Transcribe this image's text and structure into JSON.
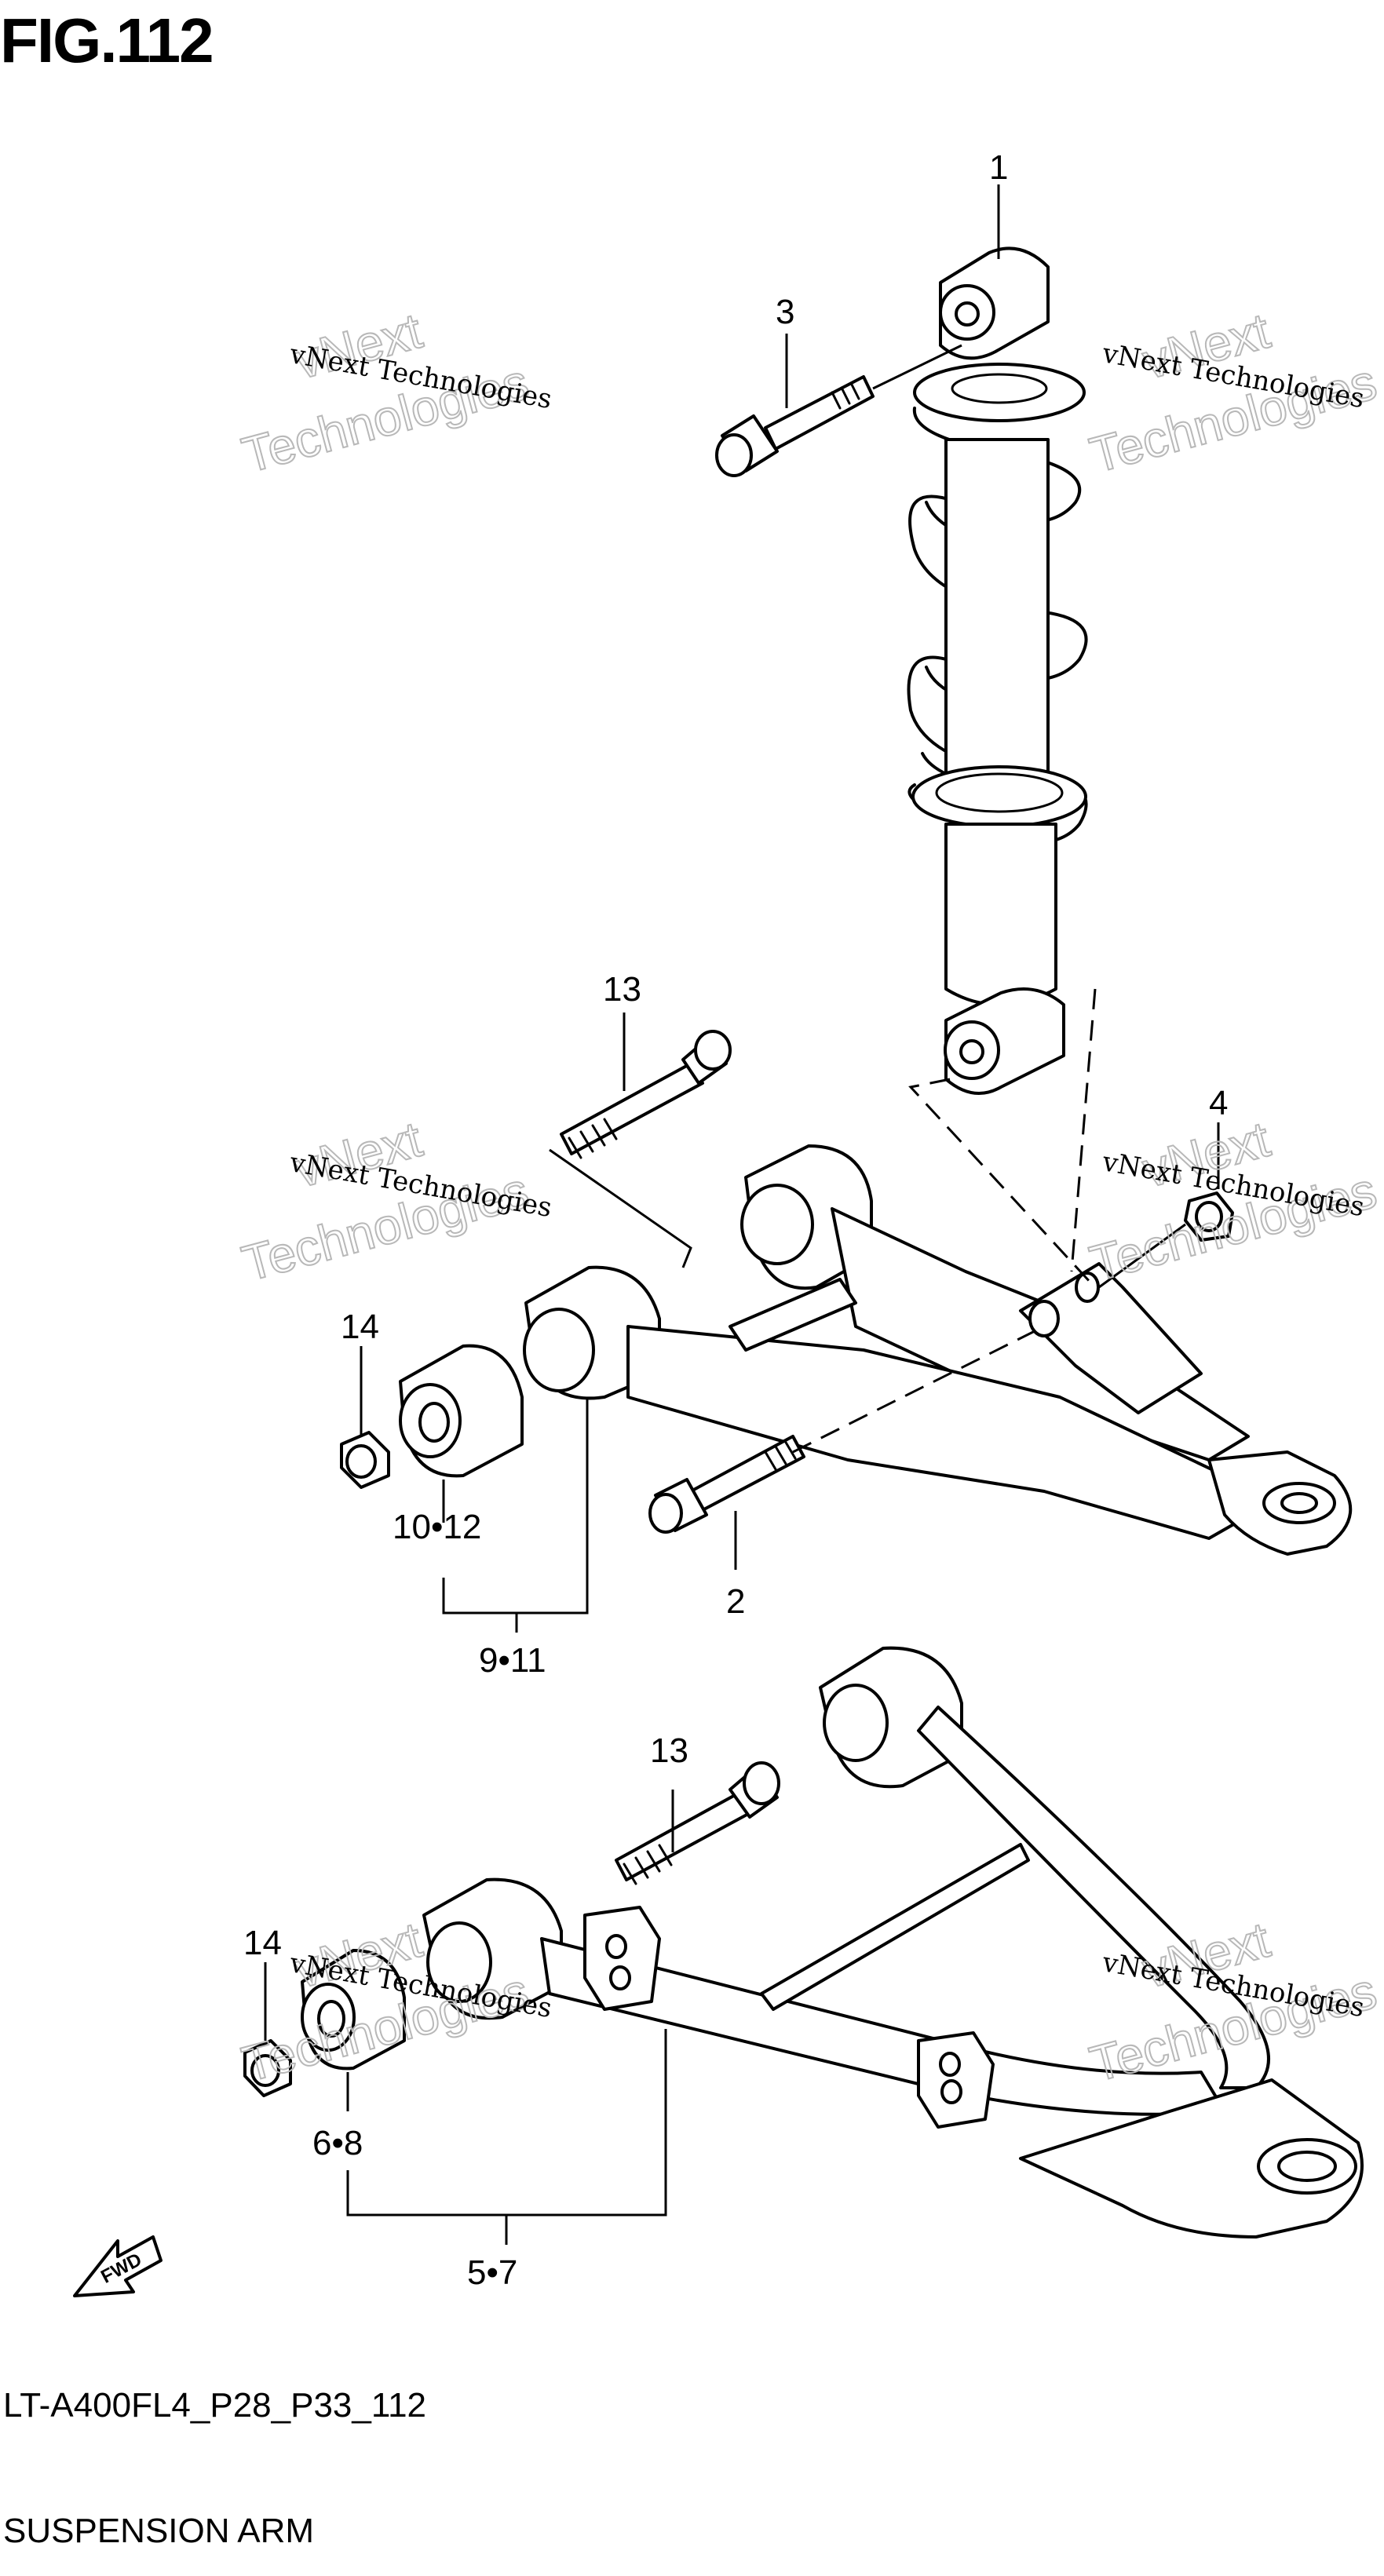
{
  "title": "FIG.112",
  "footer": {
    "code": "LT-A400FL4_P28_P33_112",
    "name": "SUSPENSION ARM"
  },
  "watermark": {
    "line1": "vNext Technologies",
    "big_line1": "vNext",
    "big_line2": "Technologies"
  },
  "callouts": {
    "c1": "1",
    "c2": "2",
    "c3": "3",
    "c4": "4",
    "c13a": "13",
    "c14a": "14",
    "c10_12": "10•12",
    "c9_11": "9•11",
    "c13b": "13",
    "c14b": "14",
    "c6_8": "6•8",
    "c5_7": "5•7"
  },
  "fwd_label": "FWD",
  "colors": {
    "line": "#000000",
    "watermark": "#b8b8b8",
    "background": "#ffffff"
  }
}
